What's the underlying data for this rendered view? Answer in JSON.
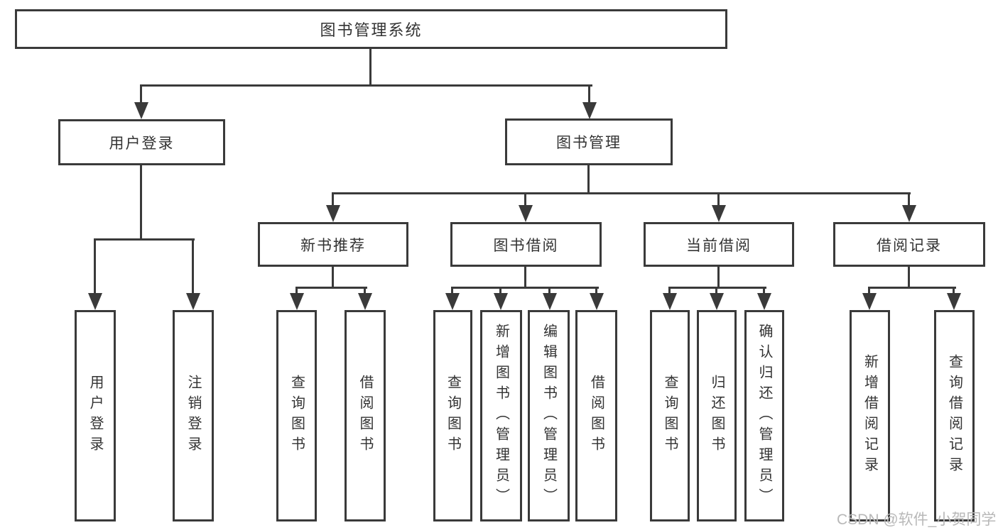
{
  "diagram": {
    "root": {
      "label": "图书管理系统"
    },
    "level2": [
      {
        "id": "user-login",
        "label": "用户登录"
      },
      {
        "id": "book-management",
        "label": "图书管理"
      }
    ],
    "level3": [
      {
        "id": "new-book-recommend",
        "label": "新书推荐"
      },
      {
        "id": "book-borrow",
        "label": "图书借阅"
      },
      {
        "id": "current-borrow",
        "label": "当前借阅"
      },
      {
        "id": "borrow-records",
        "label": "借阅记录"
      }
    ],
    "leaves": [
      {
        "parent": "user-login",
        "label": "用户登录"
      },
      {
        "parent": "user-login",
        "label": "注销登录"
      },
      {
        "parent": "new-book-recommend",
        "label": "查询图书"
      },
      {
        "parent": "new-book-recommend",
        "label": "借阅图书"
      },
      {
        "parent": "book-borrow",
        "label": "查询图书"
      },
      {
        "parent": "book-borrow",
        "label": "新增图书（管理员）"
      },
      {
        "parent": "book-borrow",
        "label": "编辑图书（管理员）"
      },
      {
        "parent": "book-borrow",
        "label": "借阅图书"
      },
      {
        "parent": "current-borrow",
        "label": "查询图书"
      },
      {
        "parent": "current-borrow",
        "label": "归还图书"
      },
      {
        "parent": "current-borrow",
        "label": "确认归还（管理员）"
      },
      {
        "parent": "borrow-records",
        "label": "新增借阅记录"
      },
      {
        "parent": "borrow-records",
        "label": "查询借阅记录"
      }
    ]
  },
  "watermark": {
    "text": "CSDN @软件_小贺同学"
  },
  "colors": {
    "line": "#3a3a3a",
    "text": "#333333",
    "watermark": "#b8b8b8",
    "background": "#ffffff"
  }
}
